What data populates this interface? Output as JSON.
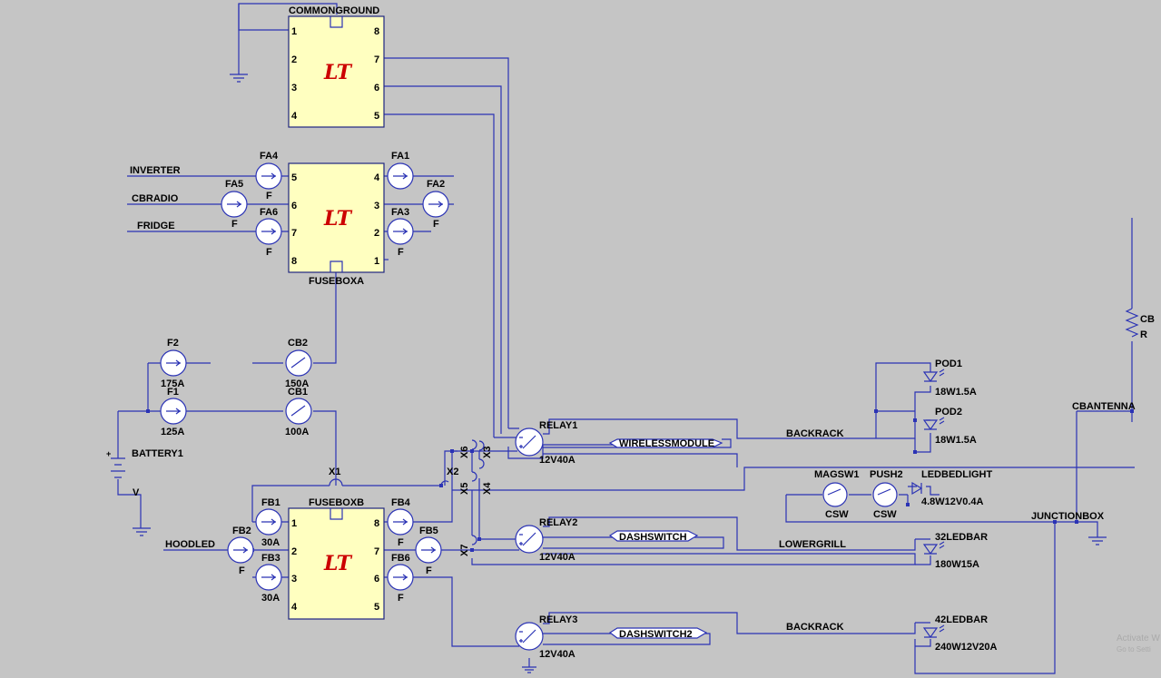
{
  "blocks": {
    "commonground": {
      "name": "COMMONGROUND",
      "pins_left": [
        "1",
        "2",
        "3",
        "4"
      ],
      "pins_right": [
        "8",
        "7",
        "6",
        "5"
      ]
    },
    "fuseboxa": {
      "name": "FUSEBOXA",
      "pins_left": [
        "5",
        "6",
        "7",
        "8"
      ],
      "pins_right": [
        "4",
        "3",
        "2",
        "1"
      ]
    },
    "fuseboxb": {
      "name": "FUSEBOXB",
      "pins_left": [
        "1",
        "2",
        "3",
        "4"
      ],
      "pins_right": [
        "8",
        "7",
        "6",
        "5"
      ]
    },
    "logo": "LT"
  },
  "fuses": [
    {
      "ref": "FA4",
      "value": "F"
    },
    {
      "ref": "FA5",
      "value": "F"
    },
    {
      "ref": "FA6",
      "value": "F"
    },
    {
      "ref": "FA1",
      "value": ""
    },
    {
      "ref": "FA2",
      "value": "F"
    },
    {
      "ref": "FA3",
      "value": "F"
    },
    {
      "ref": "F2",
      "value": "175A"
    },
    {
      "ref": "F1",
      "value": "125A"
    },
    {
      "ref": "CB2",
      "value": "150A"
    },
    {
      "ref": "CB1",
      "value": "100A"
    },
    {
      "ref": "FB1",
      "value": "30A"
    },
    {
      "ref": "FB2",
      "value": "F"
    },
    {
      "ref": "FB3",
      "value": "30A"
    },
    {
      "ref": "FB4",
      "value": "F"
    },
    {
      "ref": "FB5",
      "value": "F"
    },
    {
      "ref": "FB6",
      "value": "F"
    }
  ],
  "net_labels": {
    "inverter": "INVERTER",
    "cbradio": "CBRADIO",
    "fridge": "FRIDGE",
    "hoodled": "HOODLED",
    "backrack1": "BACKRACK",
    "lowergrill": "LOWERGRILL",
    "backrack2": "BACKRACK",
    "cbantenna": "CBANTENNA",
    "junctionbox": "JUNCTIONBOX"
  },
  "battery": {
    "ref": "BATTERY1",
    "value": "V"
  },
  "crossings": [
    "X1",
    "X2",
    "X6",
    "X3",
    "X5",
    "X4",
    "X7"
  ],
  "relays": [
    {
      "ref": "RELAY1",
      "value": "12V40A"
    },
    {
      "ref": "RELAY2",
      "value": "12V40A"
    },
    {
      "ref": "RELAY3",
      "value": "12V40A"
    }
  ],
  "modules": {
    "wireless": "WIRELESSMODULE",
    "dash": "DASHSWITCH",
    "dash2": "DASHSWITCH2"
  },
  "leds": [
    {
      "ref": "POD1",
      "value": "18W1.5A"
    },
    {
      "ref": "POD2",
      "value": "18W1.5A"
    },
    {
      "ref": "LEDBEDLIGHT",
      "value": "4.8W12V0.4A"
    },
    {
      "ref": "32LEDBAR",
      "value": "180W15A"
    },
    {
      "ref": "42LEDBAR",
      "value": "240W12V20A"
    }
  ],
  "switches": [
    {
      "ref": "MAGSW1",
      "value": "CSW"
    },
    {
      "ref": "PUSH2",
      "value": "CSW"
    }
  ],
  "resistor": {
    "ref": "CB",
    "value": "R"
  },
  "watermark": {
    "line1": "Activate W",
    "line2": "Go to Setti"
  },
  "colors": {
    "background": "#c5c5c5",
    "wire": "#2b33b5",
    "block_fill": "#ffffc0",
    "logo": "#cc0000"
  }
}
